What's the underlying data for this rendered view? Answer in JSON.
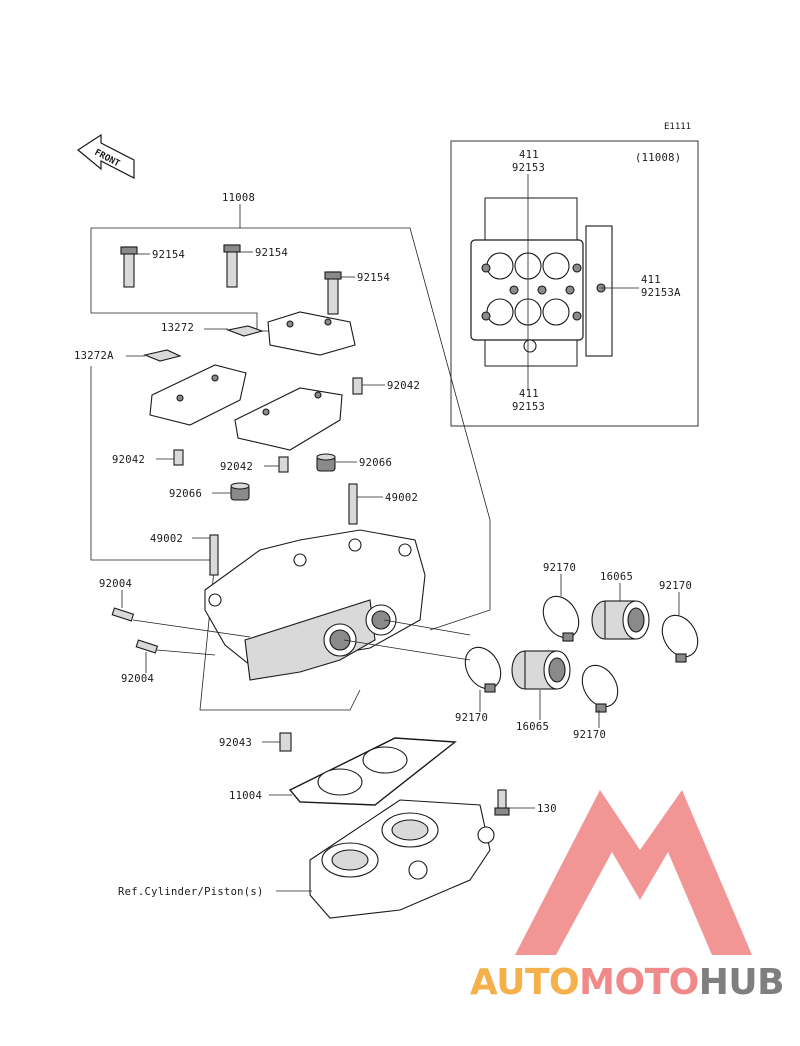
{
  "diagram_code": "E1111",
  "front_arrow": {
    "label": "FRONT"
  },
  "inset": {
    "assembly_ref": "(11008)",
    "callouts": [
      {
        "id": "inset-top",
        "line1": "411",
        "line2": "92153"
      },
      {
        "id": "inset-right",
        "line1": "411",
        "line2": "92153A"
      },
      {
        "id": "inset-bottom",
        "line1": "411",
        "line2": "92153"
      }
    ]
  },
  "assembly_label": "11008",
  "part_labels": {
    "bolt_left": "92154",
    "bolt_mid": "92154",
    "bolt_right": "92154",
    "plate_mid": "13272",
    "plate_left": "13272A",
    "dowel_right": "92042",
    "dowel_left": "92042",
    "dowel_mid": "92042",
    "seal_right": "92066",
    "seal_left": "92066",
    "guide_right": "49002",
    "guide_left": "49002",
    "stud_top": "92004",
    "stud_bottom": "92004",
    "clamp_top_left": "92170",
    "holder_top": "16065",
    "clamp_top_right": "92170",
    "clamp_bottom_left": "92170",
    "holder_bottom": "16065",
    "clamp_bottom_right": "92170",
    "dowel_block": "92043",
    "gasket": "11004",
    "block_bolt": "130",
    "cylinder_ref": "Ref.Cylinder/Piston(s)"
  },
  "watermark": {
    "part1": "AUTO",
    "part2": "MOTO",
    "part3": "HUB",
    "colors": {
      "auto": "#f4b04a",
      "moto": "#f08a8a",
      "hub": "#7f7f7f",
      "logo": "#f08a8a"
    }
  }
}
